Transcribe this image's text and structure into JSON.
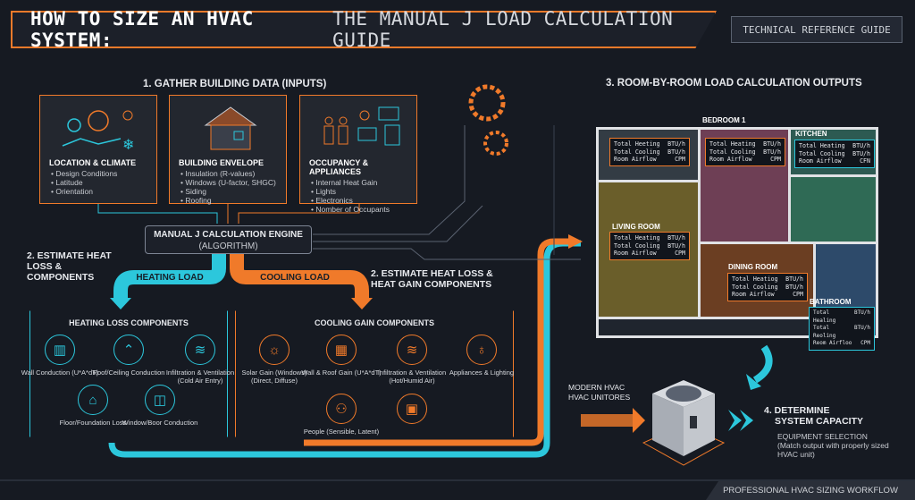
{
  "header": {
    "title_bold": "HOW TO SIZE AN HVAC SYSTEM:",
    "title_rest": "THE MANUAL J LOAD CALCULATION GUIDE",
    "badge": "TECHNICAL REFERENCE GUIDE"
  },
  "step1": {
    "title": "1. GATHER BUILDING DATA (INPUTS)",
    "boxes": [
      {
        "title": "LOCATION & CLIMATE",
        "items": [
          "• Design Conditions",
          "• Latitude",
          "• Orientation"
        ]
      },
      {
        "title": "BUILDING ENVELOPE",
        "items": [
          "• Insulation (R-values)",
          "• Windows (U-factor, SHGC)",
          "• Siding",
          "• Roofing"
        ]
      },
      {
        "title": "OCCUPANCY & APPLIANCES",
        "items": [
          "• Internal Heat Gain",
          "• Lights",
          "• Electronics",
          "• Nomber of Occupants"
        ]
      }
    ]
  },
  "engine": {
    "title": "MANUAL J CALCULATION ENGINE",
    "subtitle": "(ALGORITHM)"
  },
  "step2": {
    "left_title": "2. ESTIMATE HEAT LOSS & COMPONENTS",
    "right_title": "2. ESTIMATE HEAT LOSS & HEAT GAIN COMPONENTS",
    "heating_load": "HEATING LOAD",
    "cooling_load": "COOLING LOAD",
    "heating": {
      "title": "HEATING LOSS COMPONENTS",
      "items": [
        "Wall Conduction (U*A*dT)",
        "Roof/Ceiling Conduction",
        "Infiltration & Ventilation (Cold Air Entry)",
        "Floor/Foundation Loss",
        "Window/Boor Conduction"
      ]
    },
    "cooling": {
      "title": "COOLING GAIN COMPONENTS",
      "items": [
        "Solar Gain (Windows) (Direct, Diffuse)",
        "Wall & Roof Gain (U*A*dT)",
        "Infiltration & Ventilation (Hot/Humid Air)",
        "Appliances & Lighting",
        "People (Sensible, Latent)"
      ]
    }
  },
  "step3": {
    "title": "3. ROOM-BY-ROOM LOAD CALCULATION OUTPUTS",
    "rooms": [
      {
        "name": "",
        "lines": [
          [
            "Total Heeting",
            "BTU/h"
          ],
          [
            "Total Cooling",
            "BTU/h"
          ],
          [
            "Room Airflow",
            "CPM"
          ]
        ]
      },
      {
        "name": "BEDROOM 1",
        "lines": [
          [
            "Total Heating",
            "BTU/h"
          ],
          [
            "Total Cooling",
            "BTU/h"
          ],
          [
            "Room Airflow",
            "CPM"
          ]
        ]
      },
      {
        "name": "KITCHEN",
        "lines": [
          [
            "Total Heating",
            "BTU/h"
          ],
          [
            "Total Cooling",
            "BTU/h"
          ],
          [
            "Room Airflow",
            "CFN"
          ]
        ]
      },
      {
        "name": "LIVING ROOM",
        "lines": [
          [
            "Total Heating",
            "BTU/h"
          ],
          [
            "Total Cooling",
            "BTU/h"
          ],
          [
            "Room Airflow",
            "CPM"
          ]
        ]
      },
      {
        "name": "DINING ROOM",
        "lines": [
          [
            "Total Heatiog",
            "BTU/h"
          ],
          [
            "Total Cooling",
            "BTU/h"
          ],
          [
            "Room Airflow",
            "CPM"
          ]
        ]
      },
      {
        "name": "BATHROOM",
        "lines": [
          [
            "Total Healing",
            "BTU/h"
          ],
          [
            "Total Reoling",
            "BTU/h"
          ],
          [
            "Reom Airfloo",
            "CPM"
          ]
        ]
      }
    ]
  },
  "step4": {
    "unit_label": "MODERN HVAC HVAC UNITORES",
    "title_line1": "4. DETERMINE",
    "title_line2": "SYSTEM CAPACITY",
    "desc_title": "EQUIPMENT SELECTION",
    "desc": "(Match output with properly sized HVAC unit)"
  },
  "footer": "PROFESSIONAL HVAC SIZING WORKFLOW",
  "colors": {
    "accent_orange": "#f07a2a",
    "accent_cyan": "#2cc7dc",
    "background": "#161a22"
  }
}
